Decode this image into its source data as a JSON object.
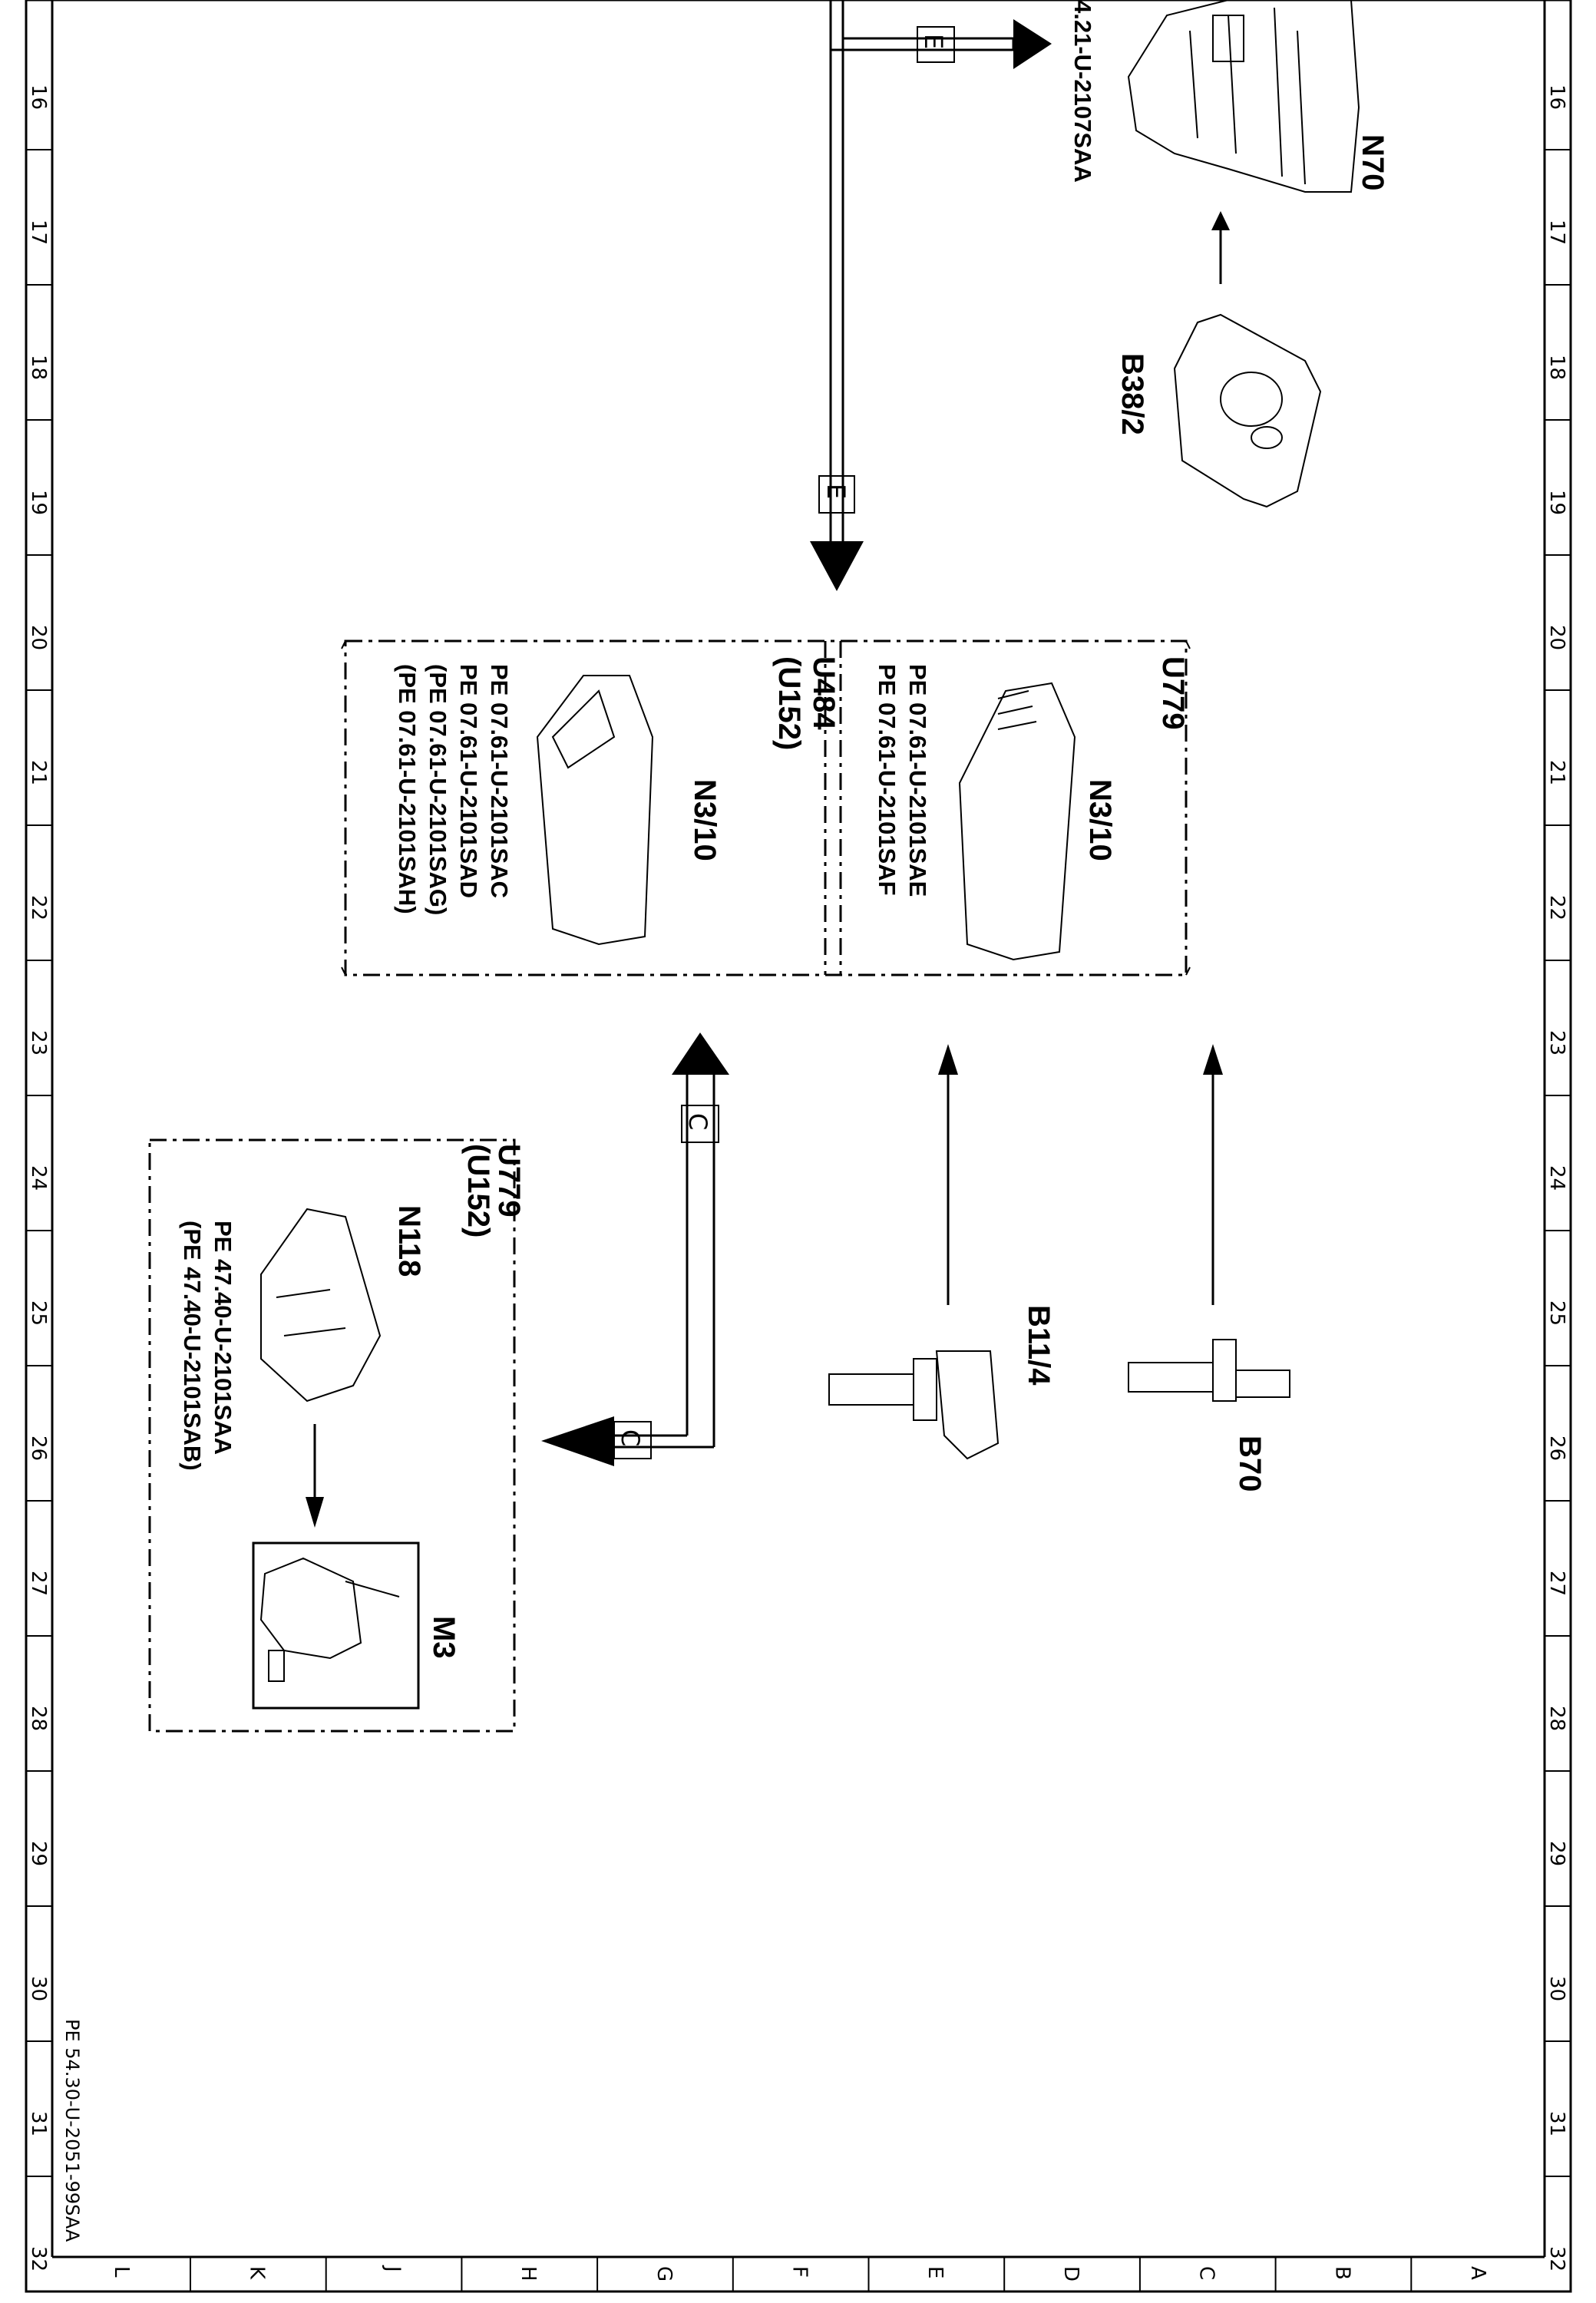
{
  "grid": {
    "rows": [
      "16",
      "17",
      "18",
      "19",
      "20",
      "21",
      "22",
      "23",
      "24",
      "25",
      "26",
      "27",
      "28",
      "29",
      "30",
      "31",
      "32"
    ],
    "columns": [
      "L",
      "K",
      "J",
      "H",
      "G",
      "F",
      "E",
      "D",
      "C",
      "B",
      "A"
    ]
  },
  "document_ref": "PE 54.30-U-2051-99SAA",
  "components": {
    "n70": {
      "code": "N70"
    },
    "b38_2": {
      "code": "B38/2"
    },
    "n3_10_top": {
      "code": "N3/10",
      "group": "U779",
      "refs": [
        "PE 07.61-U-2101SAE",
        "PE 07.61-U-2101SAF"
      ]
    },
    "n3_10_bottom": {
      "code": "N3/10",
      "group": "U484",
      "group_alt": "(U152)",
      "refs": [
        "PE 07.61-U-2101SAC",
        "PE 07.61-U-2101SAD",
        "(PE 07.61-U-2101SAG)",
        "(PE 07.61-U-2101SAH)"
      ]
    },
    "n118": {
      "code": "N118",
      "group": "U779",
      "group_alt": "(U152)",
      "refs": [
        "PE 47.40-U-2101SAA",
        "(PE 47.40-U-2101SAB)"
      ]
    },
    "m3": {
      "code": "M3"
    },
    "b11_4": {
      "code": "B11/4"
    },
    "b70": {
      "code": "B70"
    }
  },
  "connectors": {
    "e_top": "E",
    "e_mid": "E",
    "c_up": "C",
    "c_left": "C"
  },
  "top_ref": "4.21-U-2107SAA"
}
